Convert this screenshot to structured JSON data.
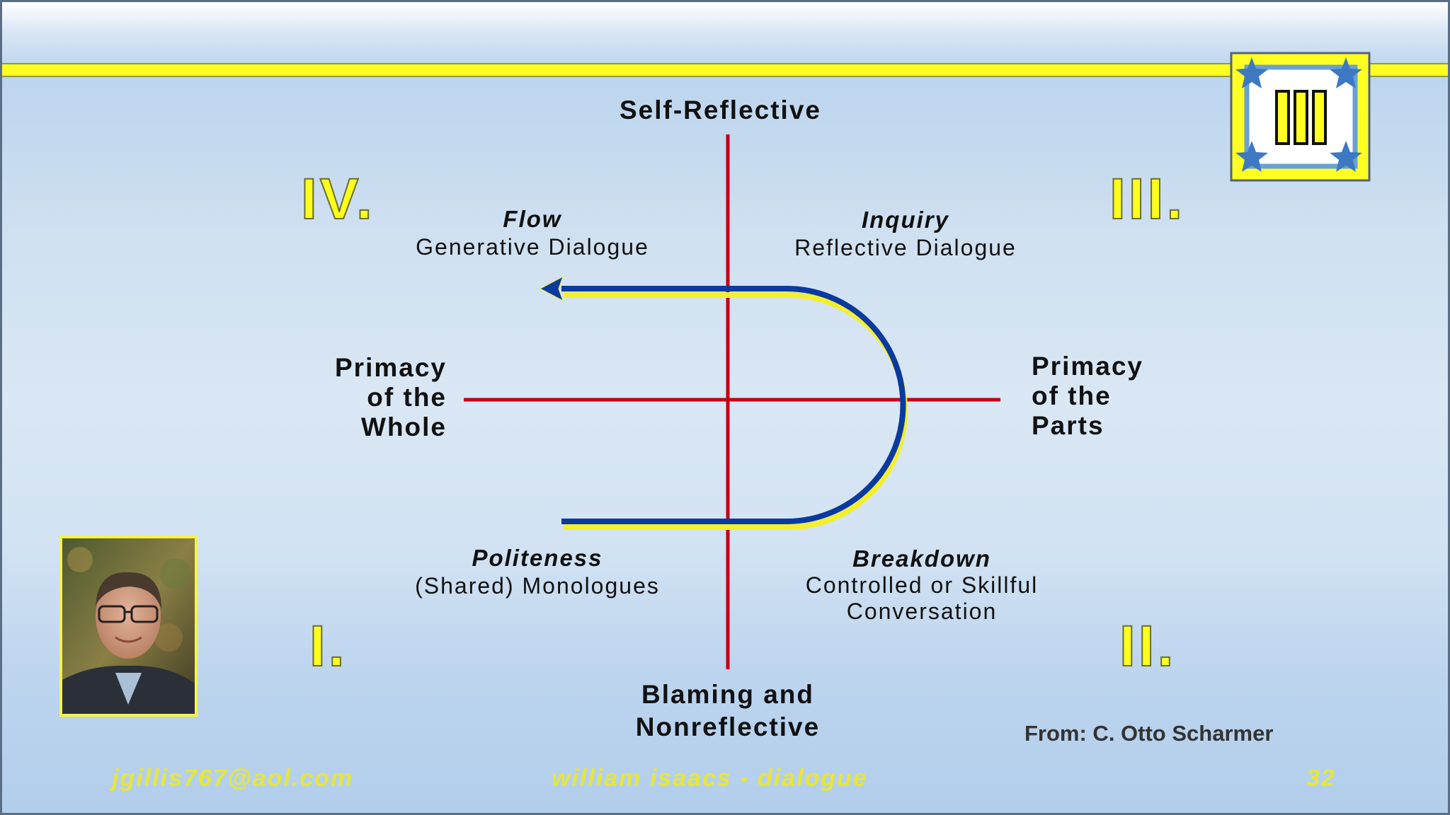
{
  "axes": {
    "top": "Self-Reflective",
    "bottom_line1": "Blaming and",
    "bottom_line2": "Nonreflective",
    "left_line1": "Primacy",
    "left_line2": "of the",
    "left_line3": "Whole",
    "right_line1": "Primacy",
    "right_line2": "of the",
    "right_line3": "Parts"
  },
  "quadrants": {
    "iv": {
      "numeral": "IV.",
      "title": "Flow",
      "subtitle": "Generative Dialogue"
    },
    "iii": {
      "numeral": "III.",
      "title": "Inquiry",
      "subtitle": "Reflective Dialogue"
    },
    "i": {
      "numeral": "I.",
      "title": "Politeness",
      "subtitle": "(Shared) Monologues"
    },
    "ii": {
      "numeral": "II.",
      "title": "Breakdown",
      "subtitle_line1": "Controlled or Skillful",
      "subtitle_line2": "Conversation"
    }
  },
  "credit": "From: C. Otto Scharmer",
  "footer": {
    "email": "jgillis767@aol.com",
    "center": "william isaacs - dialogue",
    "page": "32"
  },
  "colors": {
    "axis": "#c00018",
    "path": "#0a3aa0",
    "accent": "#ffff22",
    "star": "#3d78c2"
  },
  "icons": {
    "logo": "framed-columns-logo",
    "photo": "presenter-portrait"
  }
}
